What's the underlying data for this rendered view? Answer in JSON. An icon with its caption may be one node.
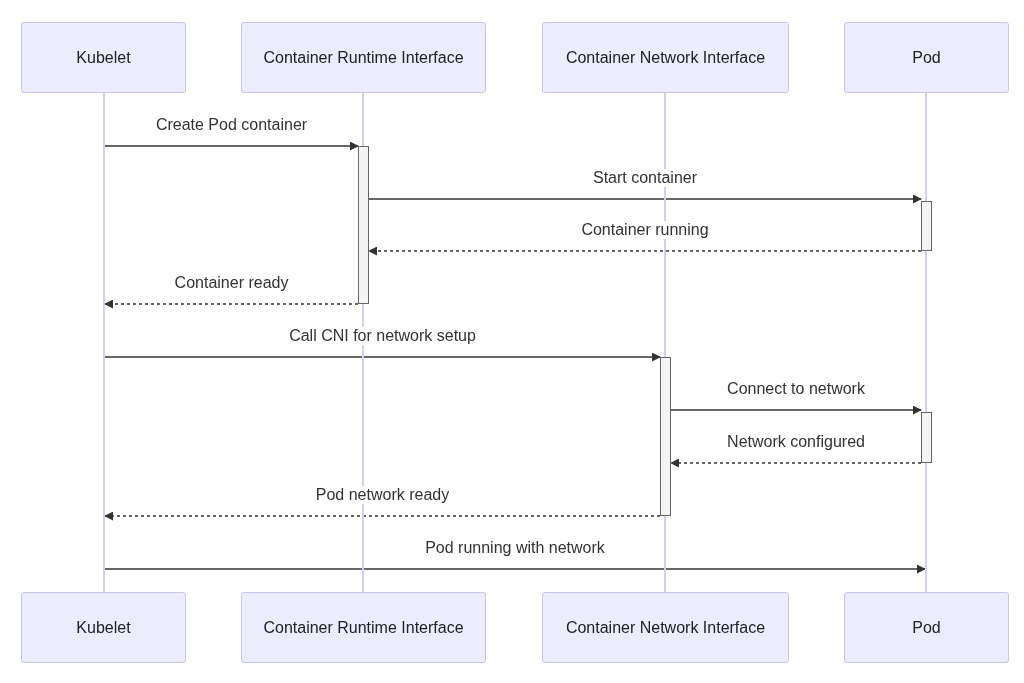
{
  "diagram": {
    "nodes": [
      {
        "text": [
          "Kubelet"
        ]
      },
      {
        "text": [
          "Container Runtime Interface"
        ]
      },
      {
        "text": [
          "Container Network Interface"
        ]
      },
      {
        "text": [
          "Pod"
        ]
      },
      {
        "text": [
          "Kubelet"
        ]
      },
      {
        "text": [
          "Container Runtime Interface"
        ]
      },
      {
        "text": [
          "Container Network Interface"
        ]
      },
      {
        "text": [
          "Pod"
        ]
      },
      {
        "text": [],
        "shape": "line"
      },
      {
        "text": [],
        "shape": "line"
      },
      {
        "text": [],
        "shape": "line"
      },
      {
        "text": [],
        "shape": "line"
      },
      {
        "text": [],
        "shape": "bar"
      },
      {
        "text": [],
        "shape": "bar"
      },
      {
        "text": [],
        "shape": "bar"
      },
      {
        "text": [],
        "shape": "bar"
      }
    ],
    "edges": [
      {
        "from": 8,
        "to": 12,
        "arrow": "to",
        "label": "Create Pod container"
      },
      {
        "from": 12,
        "to": 13,
        "arrow": "to",
        "label": "Start container"
      },
      {
        "from": 13,
        "to": 12,
        "arrow": "to",
        "label": "Container running",
        "style": "dashed"
      },
      {
        "from": 12,
        "to": 8,
        "arrow": "to",
        "label": "Container ready",
        "style": "dashed"
      },
      {
        "from": 8,
        "to": 14,
        "arrow": "to",
        "label": "Call CNI for network setup"
      },
      {
        "from": 14,
        "to": 15,
        "arrow": "to",
        "label": "Connect to network"
      },
      {
        "from": 15,
        "to": 14,
        "arrow": "to",
        "label": "Network configured",
        "style": "dashed"
      },
      {
        "from": 14,
        "to": 8,
        "arrow": "to",
        "label": "Pod network ready",
        "style": "dashed"
      },
      {
        "from": 8,
        "to": 11,
        "arrow": "to",
        "label": "Pod running with network"
      }
    ]
  }
}
